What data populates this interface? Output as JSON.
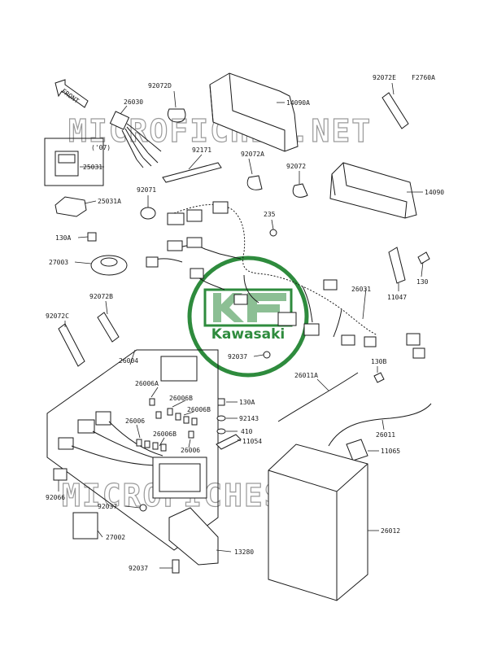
{
  "diagram": {
    "code": "F2760A",
    "front_arrow_text": "FRONT",
    "year_note": "('07)",
    "watermark_text": "MICROFICHES.NET",
    "logo_text": "Kawasaki",
    "colors": {
      "logo_green": "#2e8b3d",
      "watermark_gray": "#9a9a9a",
      "line": "#1a1a1a"
    }
  },
  "labels": [
    {
      "id": "l_92072D",
      "text": "92072D"
    },
    {
      "id": "l_26030",
      "text": "26030"
    },
    {
      "id": "l_14090A",
      "text": "14090A"
    },
    {
      "id": "l_92072E",
      "text": "92072E"
    },
    {
      "id": "l_25031",
      "text": "25031"
    },
    {
      "id": "l_92171",
      "text": "92171"
    },
    {
      "id": "l_92072A",
      "text": "92072A"
    },
    {
      "id": "l_92072",
      "text": "92072"
    },
    {
      "id": "l_14090",
      "text": "14090"
    },
    {
      "id": "l_25031A",
      "text": "25031A"
    },
    {
      "id": "l_92071",
      "text": "92071"
    },
    {
      "id": "l_235",
      "text": "235"
    },
    {
      "id": "l_130A_top",
      "text": "130A"
    },
    {
      "id": "l_27003",
      "text": "27003"
    },
    {
      "id": "l_130_right",
      "text": "130"
    },
    {
      "id": "l_92072B",
      "text": "92072B"
    },
    {
      "id": "l_26031",
      "text": "26031"
    },
    {
      "id": "l_11047",
      "text": "11047"
    },
    {
      "id": "l_92072C",
      "text": "92072C"
    },
    {
      "id": "l_26004",
      "text": "26004"
    },
    {
      "id": "l_92037_mid",
      "text": "92037"
    },
    {
      "id": "l_130B",
      "text": "130B"
    },
    {
      "id": "l_26006A",
      "text": "26006A"
    },
    {
      "id": "l_26011A",
      "text": "26011A"
    },
    {
      "id": "l_26006B_1",
      "text": "26006B"
    },
    {
      "id": "l_26006B_2",
      "text": "26006B"
    },
    {
      "id": "l_130A_mid",
      "text": "130A"
    },
    {
      "id": "l_92143",
      "text": "92143"
    },
    {
      "id": "l_26006_1",
      "text": "26006"
    },
    {
      "id": "l_26011",
      "text": "26011"
    },
    {
      "id": "l_410",
      "text": "410"
    },
    {
      "id": "l_11054",
      "text": "11054"
    },
    {
      "id": "l_26006B_3",
      "text": "26006B"
    },
    {
      "id": "l_26006_2",
      "text": "26006"
    },
    {
      "id": "l_11065",
      "text": "11065"
    },
    {
      "id": "l_92066",
      "text": "92066"
    },
    {
      "id": "l_92037_low",
      "text": "92037"
    },
    {
      "id": "l_26012",
      "text": "26012"
    },
    {
      "id": "l_27002",
      "text": "27002"
    },
    {
      "id": "l_13280",
      "text": "13280"
    },
    {
      "id": "l_92037_bot",
      "text": "92037"
    }
  ]
}
